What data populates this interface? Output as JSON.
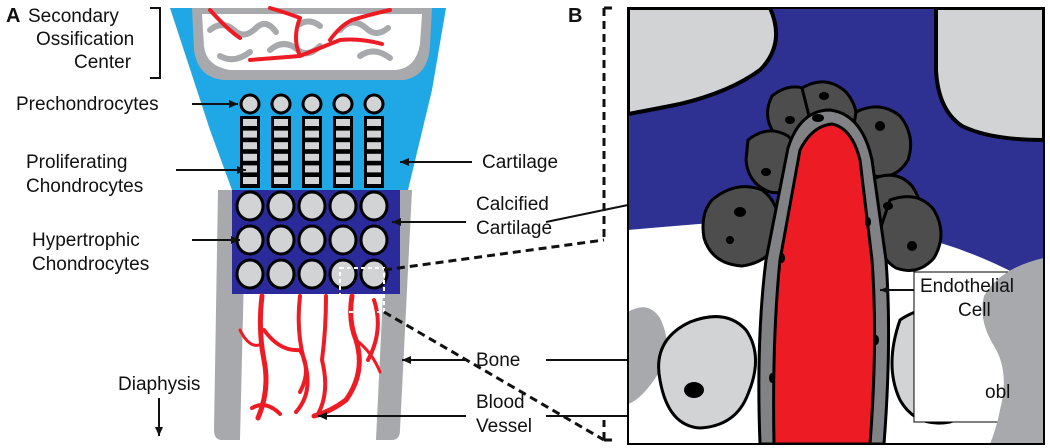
{
  "panels": {
    "a": "A",
    "b": "B"
  },
  "labels": {
    "secondary_ossification": [
      "Secondary",
      "Ossification",
      "Center"
    ],
    "prechondrocytes": "Prechondrocytes",
    "proliferating": [
      "Proliferating",
      "Chondrocytes"
    ],
    "hypertrophic": [
      "Hypertrophic",
      "Chondrocytes"
    ],
    "diaphysis": "Diaphysis",
    "cartilage": "Cartilage",
    "calcified_cartilage": [
      "Calcified",
      "Cartilage"
    ],
    "bone": "Bone",
    "blood_vessel": [
      "Blood",
      "Vessel"
    ],
    "endothelial_cell": [
      "Endothelial",
      "Cell"
    ],
    "osteoblast_partial": "obl"
  },
  "colors": {
    "cartilage": "#1fa7e6",
    "calcified_cartilage": "#2a2a9a",
    "bone": "#a7a9ac",
    "bone_light": "#d1d3d4",
    "blood_vessel": "#ed1c24",
    "cell_dark": "#4d4d4d",
    "outline": "#000000"
  }
}
